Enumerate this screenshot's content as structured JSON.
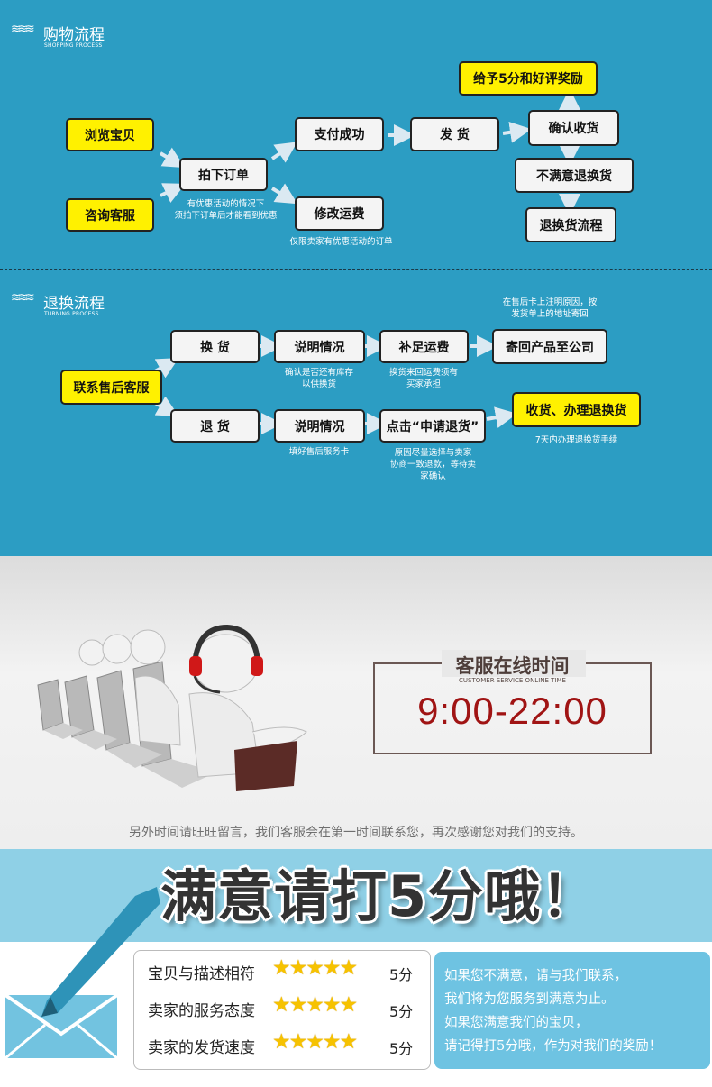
{
  "shopping": {
    "title": "购物流程",
    "subtitle": "SHOPPING PROCESS",
    "browse": "浏览宝贝",
    "consult": "咨询客服",
    "order": "拍下订单",
    "order_note": "有优惠活动的情况下\n须拍下订单后才能看到优惠",
    "pay": "支付成功",
    "ship": "发 货",
    "confirm": "确认收货",
    "reward": "给予5分和好评奖励",
    "unsatisfied": "不满意退换货",
    "return_flow": "退换货流程",
    "modify": "修改运费",
    "modify_note": "仅限卖家有优惠活动的订单"
  },
  "returns": {
    "title": "退换流程",
    "subtitle": "TURNING PROCESS",
    "contact": "联系售后客服",
    "exchange": "换 货",
    "explain1": "说明情况",
    "explain1_note": "确认是否还有库存\n以供换货",
    "shipping_fee": "补足运费",
    "shipping_fee_note": "换货来回运费须有\n买家承担",
    "send_back": "寄回产品至公司",
    "send_back_note": "在售后卡上注明原因，按\n发货单上的地址寄回",
    "refund": "退 货",
    "explain2": "说明情况",
    "explain2_note": "填好售后服务卡",
    "apply": "点击“申请退货”",
    "apply_note": "原因尽量选择与卖家\n协商一致退款，等待卖\n家确认",
    "receive": "收货、办理退换货",
    "receive_note": "7天内办理退换货手续"
  },
  "service": {
    "title": "客服在线时间",
    "subtitle": "CUSTOMER SERVICE ONLINE TIME",
    "hours": "9:00-22:00",
    "footer": "另外时间请旺旺留言，我们客服会在第一时间联系您，再次感谢您对我们的支持。"
  },
  "rating": {
    "banner": "满意请打5分哦！",
    "stars_glyph": "★★★★★",
    "items": [
      {
        "label": "宝贝与描述相符",
        "score": "5分",
        "stars": 5
      },
      {
        "label": "卖家的服务态度",
        "score": "5分",
        "stars": 5
      },
      {
        "label": "卖家的发货速度",
        "score": "5分",
        "stars": 5
      }
    ],
    "message": [
      "如果您不满意，请与我们联系，",
      "我们将为您服务到满意为止。",
      "如果您满意我们的宝贝，",
      "请记得打5分哦，作为对我们的奖励！"
    ]
  },
  "colors": {
    "top_bg": "#2c9dc3",
    "highlight": "#fff100",
    "hours": "#a01414",
    "banner_bg": "#8fd0e6",
    "message_bg": "#6ec3e2"
  }
}
